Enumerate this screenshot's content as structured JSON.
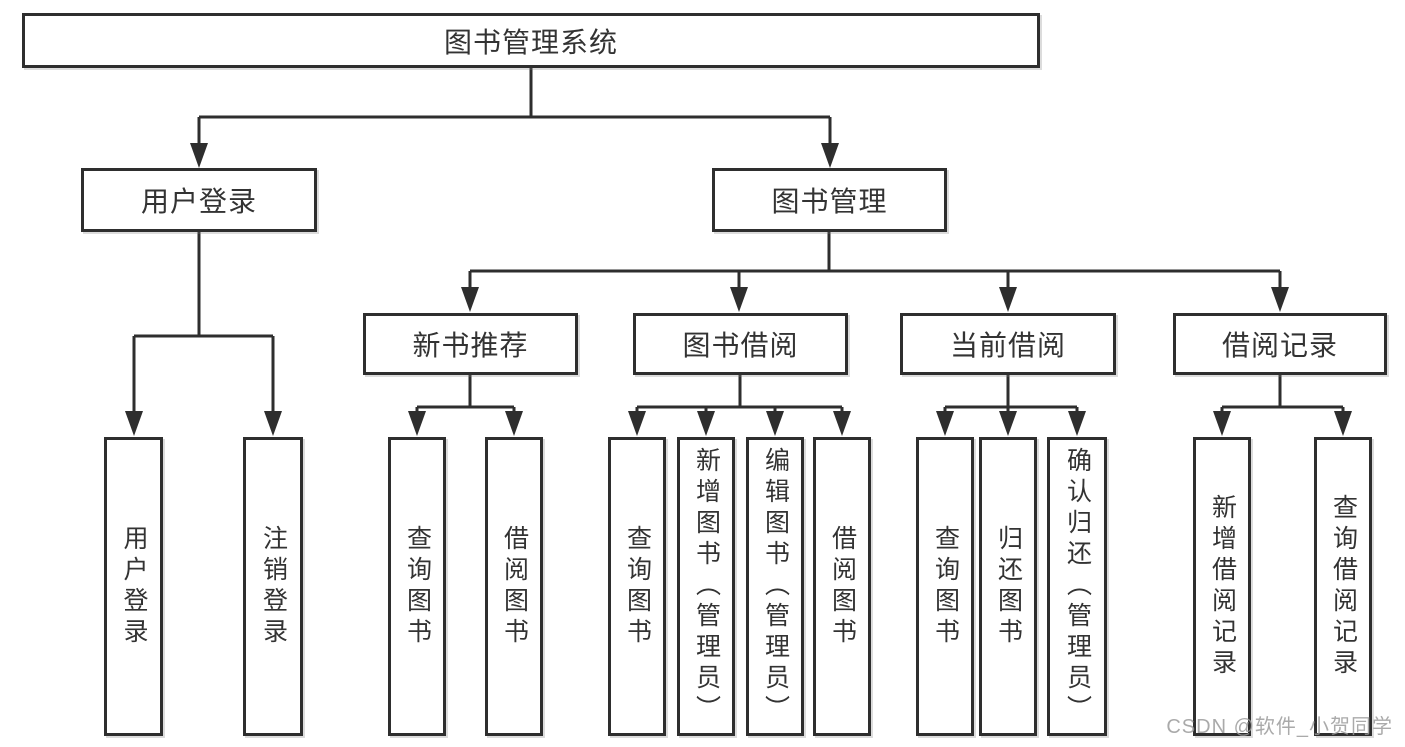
{
  "diagram": {
    "type": "hierarchy-tree",
    "nodes": {
      "root": "图书管理系统",
      "login": "用户登录",
      "manage": "图书管理",
      "new_books": "新书推荐",
      "borrow": "图书借阅",
      "current": "当前借阅",
      "records": "借阅记录"
    },
    "leaves": [
      {
        "label": "用户登录"
      },
      {
        "label": "注销登录"
      },
      {
        "label": "查询图书"
      },
      {
        "label": "借阅图书"
      },
      {
        "label": "查询图书"
      },
      {
        "label": "新增图书（管理员）"
      },
      {
        "label": "编辑图书（管理员）"
      },
      {
        "label": "借阅图书"
      },
      {
        "label": "查询图书"
      },
      {
        "label": "归还图书"
      },
      {
        "label": "确认归还（管理员）"
      },
      {
        "label": "新增借阅记录"
      },
      {
        "label": "查询借阅记录"
      }
    ],
    "hierarchy": {
      "图书管理系统": [
        "用户登录",
        "图书管理"
      ],
      "用户登录": [
        "用户登录",
        "注销登录"
      ],
      "图书管理": [
        "新书推荐",
        "图书借阅",
        "当前借阅",
        "借阅记录"
      ],
      "新书推荐": [
        "查询图书",
        "借阅图书"
      ],
      "图书借阅": [
        "查询图书",
        "新增图书（管理员）",
        "编辑图书（管理员）",
        "借阅图书"
      ],
      "当前借阅": [
        "查询图书",
        "归还图书",
        "确认归还（管理员）"
      ],
      "借阅记录": [
        "新增借阅记录",
        "查询借阅记录"
      ]
    },
    "watermark": "CSDN @软件_小贺同学",
    "colors": {
      "line": "#2e2e2e",
      "box_border": "#2e2e2e",
      "text": "#333333",
      "watermark": "#9b9b9b",
      "background": "#ffffff"
    }
  }
}
